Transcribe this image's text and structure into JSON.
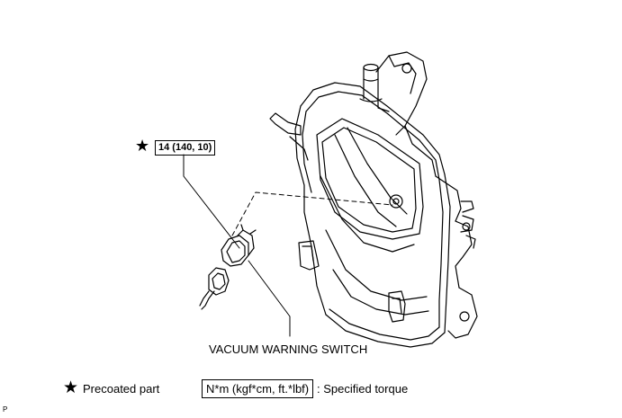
{
  "callout": {
    "star_symbol": "★",
    "torque_value": "14 (140, 10)",
    "part_label": "VACUUM WARNING SWITCH"
  },
  "legend": {
    "star_symbol": "★",
    "precoated_label": "Precoated part",
    "torque_units": "N*m (kgf*cm, ft.*lbf)",
    "torque_desc": ": Specified torque"
  },
  "page_code": "P"
}
